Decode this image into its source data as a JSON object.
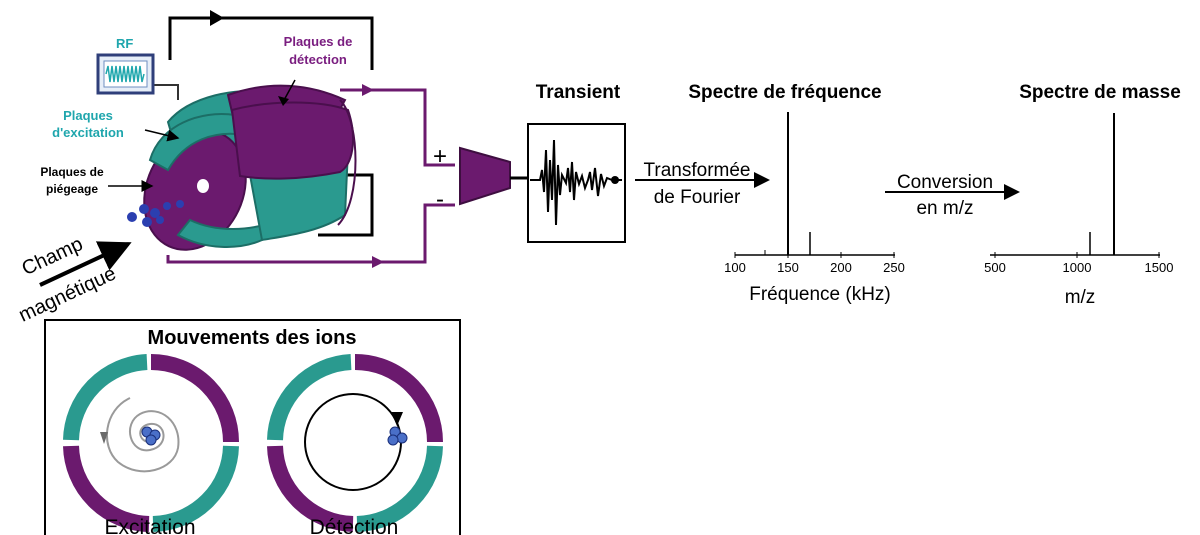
{
  "labels": {
    "rf": "RF",
    "detection_plates": [
      "Plaques de",
      "détection"
    ],
    "excitation_plates": [
      "Plaques",
      "d'excitation"
    ],
    "trapping_plates": [
      "Plaques de",
      "piégeage"
    ],
    "magnetic_field": [
      "Champ",
      "magnétique"
    ],
    "plus": "+",
    "minus": "-",
    "transient": "Transient",
    "freq_spectrum_title": "Spectre de fréquence",
    "mass_spectrum_title": "Spectre de masse",
    "fourier": [
      "Transformée",
      "de Fourier"
    ],
    "conversion": [
      "Conversion",
      "en m/z"
    ],
    "ion_motion_title": "Mouvements des ions",
    "excitation": "Excitation",
    "detection": "Détection"
  },
  "freq_axis": {
    "label": "Fréquence (kHz)",
    "ticks": [
      "100",
      "150",
      "200",
      "250"
    ]
  },
  "mass_axis": {
    "label": "m/z",
    "ticks": [
      "500",
      "1000",
      "1500"
    ]
  },
  "colors": {
    "teal": "#2a9a8f",
    "purple": "#6b1a6e",
    "rf_text": "#1fa6ad",
    "detect_text": "#7a1e80",
    "ion_blue": "#2b3fb0"
  }
}
